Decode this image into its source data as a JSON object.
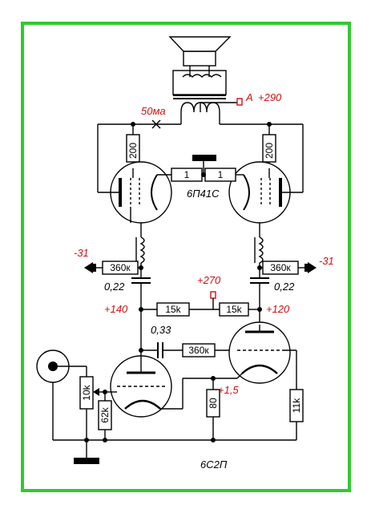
{
  "colors": {
    "border": "#2ecc2e",
    "annotation": "#d01010",
    "wire": "#000000"
  },
  "power_tube": {
    "label": "6П41С"
  },
  "driver_tube": {
    "label": "6С2П"
  },
  "voltages": {
    "anode": "+290",
    "anode_point": "A",
    "bias_left": "-31",
    "bias_right": "-31",
    "screen": "+270",
    "left_stage": "+140",
    "right_stage": "+120",
    "cathode": "+1,5"
  },
  "currents": {
    "idle": "50ма"
  },
  "resistors": {
    "r_anode_left": "200",
    "r_anode_right": "200",
    "r_grid_mid_left": "1",
    "r_grid_mid_right": "1",
    "r_bias_left": "360к",
    "r_bias_right": "360к",
    "r_load_left": "15k",
    "r_load_right": "15k",
    "r_feedback": "360к",
    "r_volume": "10k",
    "r_grid_leak": "62k",
    "r_cathode": "80",
    "r_right": "11k"
  },
  "capacitors": {
    "c_couple_left": "0,22",
    "c_couple_right": "0,22",
    "c_inter": "0,33"
  }
}
